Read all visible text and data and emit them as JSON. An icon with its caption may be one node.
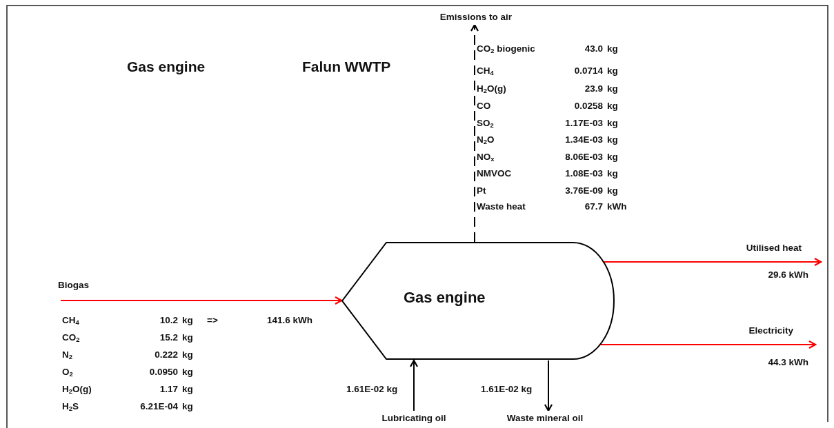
{
  "diagram": {
    "nodes": [
      {
        "text": [
          "Gas engine"
        ]
      },
      {
        "text": [
          "Emissions to air"
        ]
      },
      {
        "text": [
          "Lubricating oil"
        ]
      },
      {
        "text": [
          "Waste mineral oil"
        ]
      }
    ],
    "edges": [
      {
        "from": 0,
        "to": 1,
        "arrow": "to",
        "style": "dashed",
        "color": "#000000"
      },
      {
        "from": null,
        "to": 0,
        "arrow": "to",
        "label": "Biogas",
        "color": "#ff0000"
      },
      {
        "from": 0,
        "to": null,
        "arrow": "to",
        "label": "Utilised heat",
        "color": "#ff0000"
      },
      {
        "from": 0,
        "to": null,
        "arrow": "to",
        "label": "Electricity",
        "color": "#ff0000"
      },
      {
        "from": 2,
        "to": 0,
        "arrow": "to",
        "color": "#000000"
      },
      {
        "from": 0,
        "to": 3,
        "arrow": "to",
        "color": "#000000"
      }
    ],
    "labels": [
      "Gas engine",
      "Falun WWTP",
      "CO$_{2}$ biogenic",
      "43.0",
      "kg",
      "CH$_{4}$",
      "0.0714",
      "kg",
      "H$_{2}$O(g)",
      "23.9",
      "kg",
      "CO",
      "0.0258",
      "kg",
      "SO$_{2}$",
      "1.17E-03",
      "kg",
      "N$_{2}$O",
      "1.34E-03",
      "kg",
      "NO$_{x}$",
      "8.06E-03",
      "kg",
      "NMVOC",
      "1.08E-03",
      "kg",
      "Pt",
      "3.76E-09",
      "kg",
      "Waste heat",
      "67.7",
      "kWh",
      "29.6 kWh",
      "44.3 kWh",
      "CH$_{4}$",
      "10.2",
      "kg",
      "=>",
      "141.6 kWh",
      "CO$_{2}$",
      "15.2",
      "kg",
      "N$_{2}$",
      "0.222",
      "kg",
      "O$_{2}$",
      "0.0950",
      "kg",
      "H$_{2}$O(g)",
      "1.17",
      "kg",
      "H$_{2}$S",
      "6.21E-04",
      "kg",
      "1.61E-02 kg",
      "1.61E-02 kg"
    ]
  }
}
